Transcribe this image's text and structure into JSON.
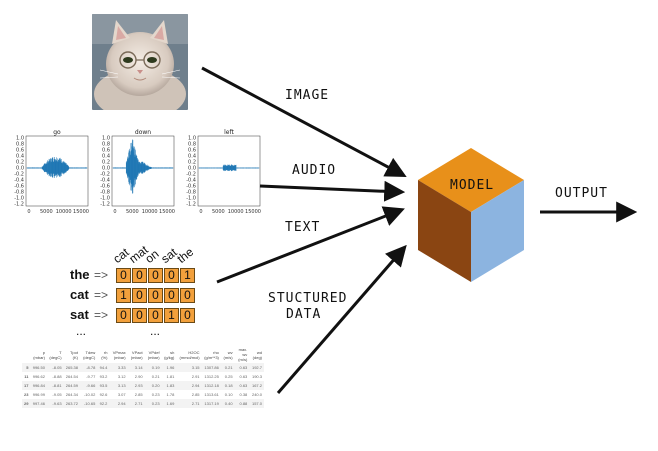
{
  "labels": {
    "image": "IMAGE",
    "audio": "AUDIO",
    "text": "TEXT",
    "structured_line1": "STUCTURED",
    "structured_line2": "DATA",
    "model": "MODEL",
    "output": "OUTPUT"
  },
  "colors": {
    "cube_top": "#e8901a",
    "cube_left": "#8a4512",
    "cube_right": "#8cb4e0",
    "matrix_cell": "#f2a03c",
    "waveform": "#1f77b4"
  },
  "waveforms": [
    {
      "title": "go",
      "yticks": [
        "1.0",
        "0.8",
        "0.6",
        "0.4",
        "0.2",
        "0.0",
        "-0.2",
        "-0.4",
        "-0.6",
        "-0.8",
        "-1.0",
        "-1.2"
      ],
      "xticks": [
        "0",
        "5000",
        "10000",
        "15000"
      ]
    },
    {
      "title": "down",
      "yticks": [
        "1.0",
        "0.8",
        "0.6",
        "0.4",
        "0.2",
        "0.0",
        "-0.2",
        "-0.4",
        "-0.6",
        "-0.8",
        "-1.0",
        "-1.2"
      ],
      "xticks": [
        "0",
        "5000",
        "10000",
        "15000"
      ]
    },
    {
      "title": "left",
      "yticks": [
        "1.0",
        "0.8",
        "0.6",
        "0.4",
        "0.2",
        "0.0",
        "-0.2",
        "-0.4",
        "-0.6",
        "-0.8",
        "-1.0",
        "-1.2"
      ],
      "xticks": [
        "0",
        "5000",
        "10000",
        "15000"
      ]
    }
  ],
  "onehot": {
    "columns": [
      "cat",
      "mat",
      "on",
      "sat",
      "the"
    ],
    "rows": [
      {
        "word": "the",
        "arrow": "=>",
        "values": [
          "0",
          "0",
          "0",
          "0",
          "1"
        ]
      },
      {
        "word": "cat",
        "arrow": "=>",
        "values": [
          "1",
          "0",
          "0",
          "0",
          "0"
        ]
      },
      {
        "word": "sat",
        "arrow": "=>",
        "values": [
          "0",
          "0",
          "0",
          "1",
          "0"
        ]
      }
    ],
    "row_ellipsis": "...",
    "col_ellipsis": "..."
  },
  "table": {
    "headers": [
      "p (mbar)",
      "T (degC)",
      "Tpot (K)",
      "Tdew (degC)",
      "rh (%)",
      "VPmax (mbar)",
      "VPact (mbar)",
      "VPdef (mbar)",
      "sh (g/kg)",
      "H2OC (mmol/mol)",
      "rho (g/m**3)",
      "wv (m/s)",
      "max. wv (m/s)",
      "wd (deg)"
    ],
    "rows": [
      {
        "idx": "5",
        "cells": [
          "996.50",
          "-8.05",
          "265.38",
          "-8.78",
          "94.4",
          "3.33",
          "3.14",
          "0.19",
          "1.96",
          "3.15",
          "1307.86",
          "0.21",
          "0.63",
          "192.7"
        ]
      },
      {
        "idx": "11",
        "cells": [
          "996.62",
          "-8.88",
          "264.54",
          "-9.77",
          "93.2",
          "3.12",
          "2.90",
          "0.21",
          "1.81",
          "2.91",
          "1312.25",
          "0.25",
          "0.63",
          "190.3"
        ]
      },
      {
        "idx": "17",
        "cells": [
          "996.84",
          "-8.81",
          "264.59",
          "-9.66",
          "93.5",
          "3.13",
          "2.93",
          "0.20",
          "1.83",
          "2.94",
          "1312.18",
          "0.18",
          "0.63",
          "167.2"
        ]
      },
      {
        "idx": "23",
        "cells": [
          "996.99",
          "-9.05",
          "264.34",
          "-10.02",
          "92.6",
          "3.07",
          "2.85",
          "0.23",
          "1.78",
          "2.85",
          "1313.61",
          "0.10",
          "0.38",
          "240.0"
        ]
      },
      {
        "idx": "29",
        "cells": [
          "997.46",
          "-9.63",
          "263.72",
          "-10.65",
          "92.2",
          "2.94",
          "2.71",
          "0.23",
          "1.69",
          "2.71",
          "1317.19",
          "0.40",
          "0.88",
          "157.0"
        ]
      }
    ]
  }
}
